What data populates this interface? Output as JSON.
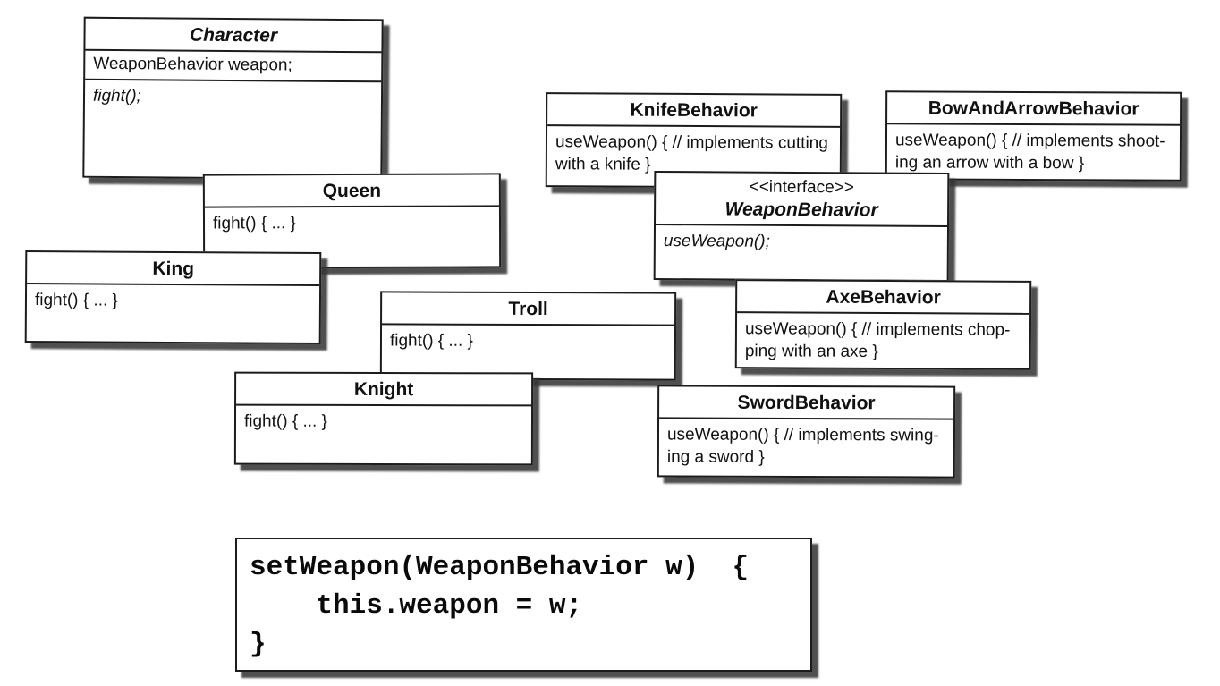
{
  "classes": {
    "character": {
      "title": "Character",
      "attrs": "WeaponBehavior weapon;",
      "methods": "fight();"
    },
    "queen": {
      "title": "Queen",
      "body": "fight() { ... }"
    },
    "king": {
      "title": "King",
      "body": "fight() { ... }"
    },
    "troll": {
      "title": "Troll",
      "body": "fight() { ... }"
    },
    "knight": {
      "title": "Knight",
      "body": "fight() { ... }"
    },
    "knife": {
      "title": "KnifeBehavior",
      "body": "useWeapon() { // implements cutting\nwith a knife }"
    },
    "bow": {
      "title": "BowAndArrowBehavior",
      "body": "useWeapon() { // implements shoot-\ning an arrow with a bow }"
    },
    "weapon_behavior": {
      "stereotype": "<<interface>>",
      "title": "WeaponBehavior",
      "body": "useWeapon();"
    },
    "axe": {
      "title": "AxeBehavior",
      "body": "useWeapon() { // implements chop-\nping with an axe }"
    },
    "sword": {
      "title": "SwordBehavior",
      "body": "useWeapon() { // implements swing-\ning a sword }"
    }
  },
  "code": {
    "text": "setWeapon(WeaponBehavior w)  {\n    this.weapon = w;\n}"
  }
}
